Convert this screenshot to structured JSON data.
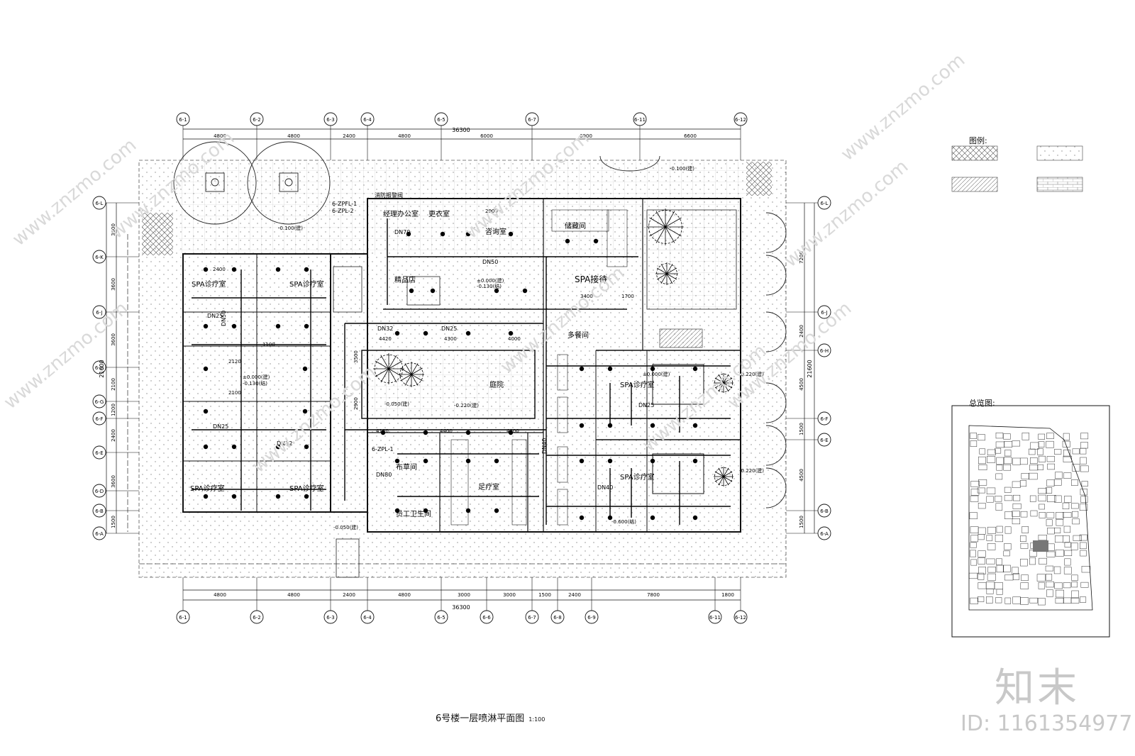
{
  "title": "6号楼一层喷淋平面图",
  "scale": "1:100",
  "legend_title": "图例:",
  "overview_title": "总览图:",
  "brand": {
    "logo": "知末",
    "id": "ID: 1161354977"
  },
  "watermarks": [
    "www.znzmo.com",
    "www.znzmo.com",
    "www.znzmo.com",
    "www.znzmo.com",
    "www.znzmo.com",
    "www.znzmo.com",
    "www.znzmo.com",
    "www.znzmo.com",
    "www.znzmo.com",
    "www.znzmo.com"
  ],
  "total_dimension": "36300",
  "top_axes": [
    "6-1",
    "6-2",
    "6-3",
    "6-4",
    "6-5",
    "6-7",
    "6-11",
    "6-12"
  ],
  "top_spans": [
    "4800",
    "4800",
    "2400",
    "4800",
    "6000",
    "6900",
    "6600"
  ],
  "bottom_axes": [
    "6-1",
    "6-2",
    "6-3",
    "6-4",
    "6-5",
    "6-6",
    "6-7",
    "6-8",
    "6-9",
    "6-11",
    "6-12"
  ],
  "bottom_spans": [
    "4800",
    "4800",
    "2400",
    "4800",
    "3000",
    "3000",
    "1500",
    "2400",
    "7800",
    "1800"
  ],
  "left_axes": [
    "6-L",
    "6-K",
    "6-J",
    "6-H",
    "6-G",
    "6-F",
    "6-E",
    "6-D",
    "6-B",
    "6-A"
  ],
  "left_spans": [
    "3600",
    "3600",
    "3600",
    "2100",
    "1200",
    "2400",
    "3600",
    "1500"
  ],
  "left_total": "21600",
  "right_axes": [
    "6-L",
    "6-J",
    "6-H",
    "6-F",
    "6-E",
    "6-B",
    "6-A"
  ],
  "right_spans": [
    "7200",
    "2400",
    "4500",
    "1500",
    "4500",
    "1500"
  ],
  "right_total": "21600",
  "rooms": [
    "经理办公室",
    "更衣室",
    "咨询室",
    "储藏间",
    "SPA接待",
    "精品店",
    "庭院",
    "SPA诊疗室",
    "SPA诊疗室",
    "SPA诊疗室",
    "SPA诊疗室",
    "SPA诊疗室",
    "SPA诊疗室",
    "多餐间",
    "布草间",
    "足疗室",
    "员工卫生间",
    "消防报警阀"
  ],
  "pipe_tags": [
    "DN70",
    "DN50",
    "DN32",
    "DN25",
    "DN40",
    "DN80",
    "DN25",
    "DN32",
    "DN50",
    "DN25",
    "DN40",
    "DN25"
  ],
  "riser_tags": [
    "6-ZPFL-1",
    "6-ZPL-2",
    "6-ZPL-1"
  ],
  "elevations": [
    "-0.100(建)",
    "-0.100(建)",
    "±0.000(建)",
    "-0.130(结)",
    "-0.050(建)",
    "-0.220(建)",
    "-0.220(建)",
    "-0.220(建)",
    "±0.000(建)",
    "-0.130(结)",
    "-0.050(建)",
    "±0.000(建)",
    "-0.600(结)"
  ],
  "inner_dims": [
    "4420",
    "4300",
    "4000",
    "4120",
    "4400",
    "4200",
    "2900",
    "3400",
    "1700",
    "2400",
    "1100",
    "2120",
    "2100",
    "3500",
    "2900"
  ]
}
